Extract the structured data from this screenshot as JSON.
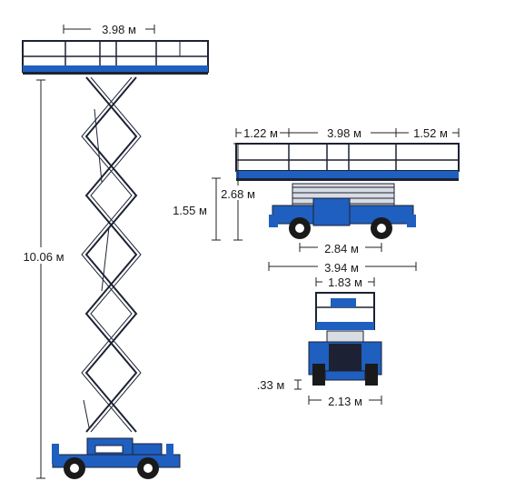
{
  "dimensions": {
    "tall_view": {
      "platform_width": "3.98 м",
      "max_height": "10.06 м"
    },
    "side_view": {
      "front_extension": "1.22 м",
      "platform_width": "3.98 м",
      "rear_extension": "1.52 м",
      "stowed_height": "2.68 м",
      "rail_height": "1.55 м",
      "wheelbase": "2.84 м",
      "overall_length": "3.94 м"
    },
    "front_view": {
      "platform_depth": "1.83 м",
      "ground_clearance": ".33 м",
      "overall_width": "2.13 м"
    }
  },
  "colors": {
    "machine_blue": "#1f5fbf",
    "outline": "#1c2233",
    "tire": "#1a1a1a"
  }
}
